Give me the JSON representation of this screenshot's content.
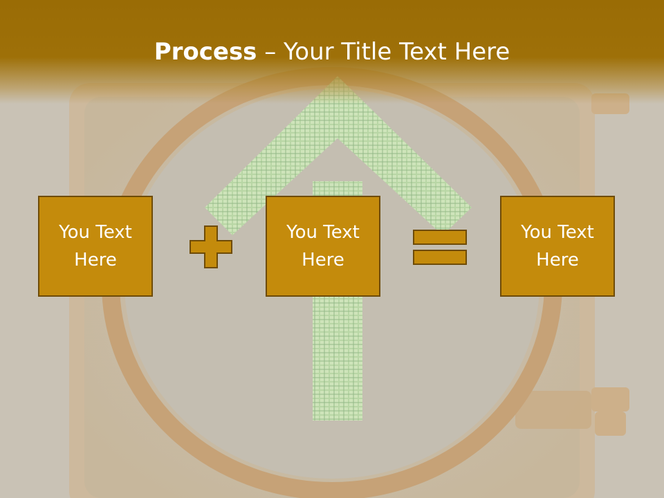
{
  "slide": {
    "title_strong": "Process",
    "title_rest": " – Your Title Text Here"
  },
  "boxes": [
    {
      "text": "You Text Here"
    },
    {
      "text": "You Text Here"
    },
    {
      "text": "You Text Here"
    }
  ],
  "operators": [
    "plus-icon",
    "equals-icon"
  ],
  "colors": {
    "title_band": "#9a6c05",
    "box_fill": "#c48b0c",
    "box_border": "#6e4b06",
    "text": "#ffffff",
    "background": "#c9c2b5",
    "arrow_green": "#a8d8a0"
  }
}
